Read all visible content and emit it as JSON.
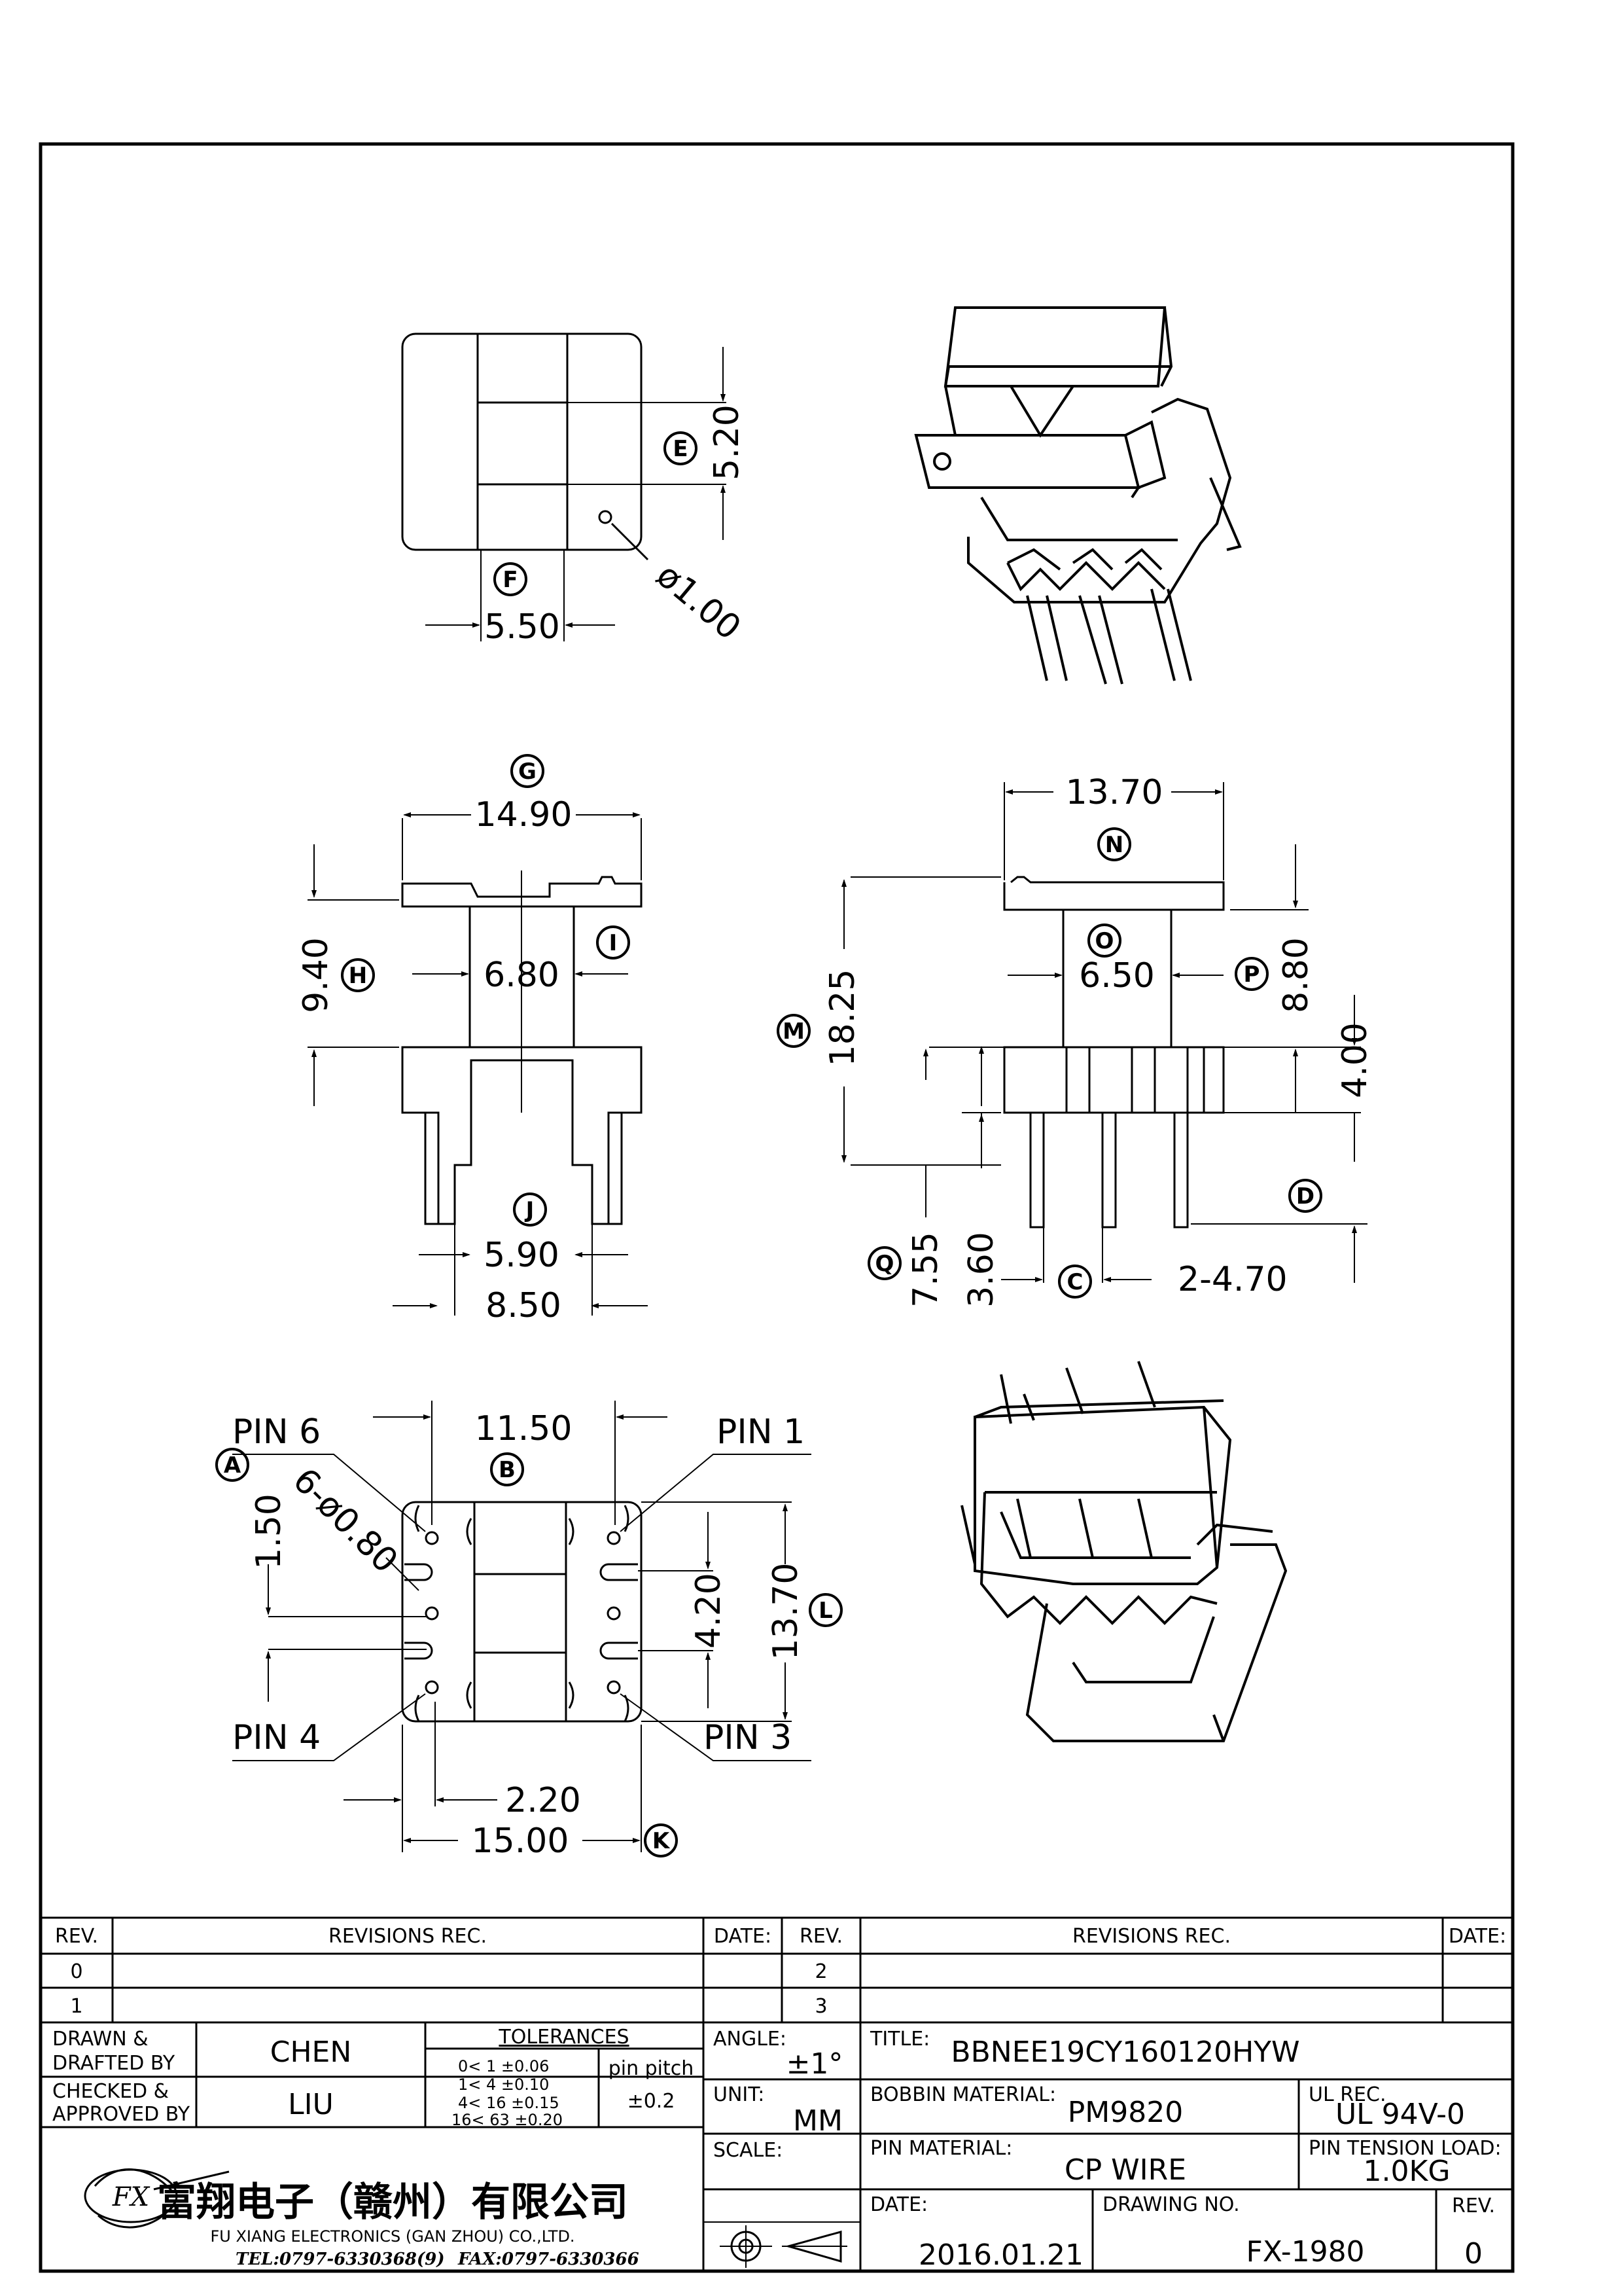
{
  "drawing": {
    "top_view": {
      "dim_e": "5.20",
      "dim_f": "5.50",
      "hole": "ø1.00",
      "label_e": "E",
      "label_f": "F"
    },
    "front_view": {
      "dim_g": "14.90",
      "dim_h": "9.40",
      "dim_i": "6.80",
      "dim_j": "5.90",
      "dim_base": "8.50",
      "label_g": "G",
      "label_h": "H",
      "label_i": "I",
      "label_j": "J"
    },
    "side_view": {
      "dim_n": "13.70",
      "dim_m": "18.25",
      "dim_o": "6.50",
      "dim_p": "8.80",
      "dim_d": "4.00",
      "dim_q": "7.55",
      "dim_c1": "3.60",
      "dim_c2": "2-4.70",
      "label_n": "N",
      "label_m": "M",
      "label_o": "O",
      "label_p": "P",
      "label_d": "D",
      "label_q": "Q",
      "label_c": "C"
    },
    "bottom_view": {
      "pin6": "PIN 6",
      "pin1": "PIN 1",
      "pin4": "PIN 4",
      "pin3": "PIN 3",
      "dim_b": "11.50",
      "dim_a": "1.50",
      "holes": "6-ø0.80",
      "dim_42": "4.20",
      "dim_l": "13.70",
      "dim_220": "2.20",
      "dim_k": "15.00",
      "label_a": "A",
      "label_b": "B",
      "label_l": "L",
      "label_k": "K"
    }
  },
  "title_block": {
    "rev_header": "REV.",
    "revisions_header": "REVISIONS   REC.",
    "date_header": "DATE:",
    "rev0": "0",
    "rev1": "1",
    "rev2": "2",
    "rev3": "3",
    "drawn_label": "DRAWN &",
    "drafted_label": "DRAFTED BY",
    "drawn_by": "CHEN",
    "checked_label": "CHECKED &",
    "approved_label": "APPROVED BY",
    "approved_by": "LIU",
    "tolerances_label": "TOLERANCES",
    "tol_rows": [
      "0<   1   ±0.06",
      "1<   4   ±0.10",
      "4<  16  ±0.15",
      "16<  63  ±0.20"
    ],
    "pin_pitch_label": "pin pitch",
    "pin_pitch_value": "±0.2",
    "angle_label": "ANGLE:",
    "angle_value": "±1°",
    "unit_label": "UNIT:",
    "unit_value": "MM",
    "scale_label": "SCALE:",
    "title_label": "TITLE:",
    "title_value": "BBNEE19CY160120HYW",
    "bobbin_label": "BOBBIN MATERIAL:",
    "bobbin_value": "PM9820",
    "ul_label": "UL REC.",
    "ul_value": "UL 94V-0",
    "pin_material_label": "PIN MATERIAL:",
    "pin_material_value": "CP WIRE",
    "tension_label": "PIN TENSION LOAD:",
    "tension_value": "1.0KG",
    "date_label": "DATE:",
    "date_value": "2016.01.21",
    "drawing_no_label": "DRAWING NO.",
    "drawing_no_value": "FX-1980",
    "rev_label": "REV.",
    "rev_value": "0",
    "company_cn": "富翔电子（赣州）有限公司",
    "company_en": "FU XIANG ELECTRONICS (GAN ZHOU) CO.,LTD.",
    "tel": "TEL:0797-6330368(9)",
    "fax": "FAX:0797-6330366",
    "logo_text": "FX"
  }
}
